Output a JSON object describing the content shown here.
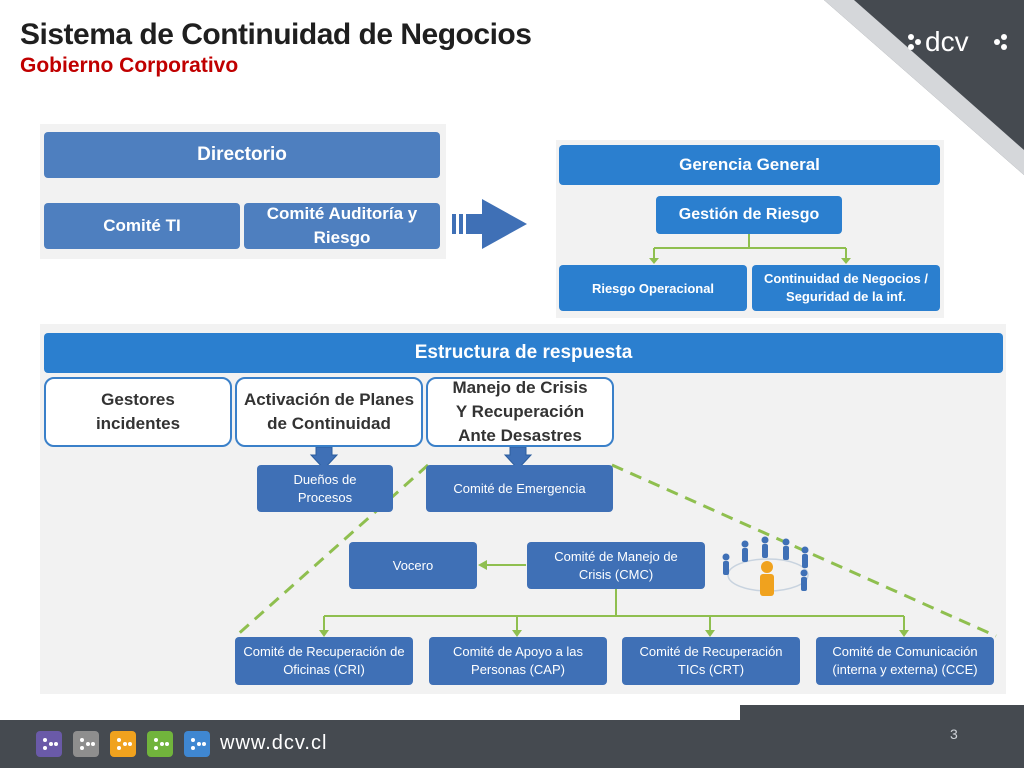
{
  "header": {
    "title": "Sistema de Continuidad de Negocios",
    "subtitle": "Gobierno Corporativo"
  },
  "brand": {
    "logo_text": ":dcv:",
    "url": "www.dcv.cl",
    "page_number": "3"
  },
  "governance": {
    "directorio": "Directorio",
    "comite_ti": "Comité TI",
    "comite_auditoria": "Comité Auditoría y Riesgo"
  },
  "management": {
    "gerencia": "Gerencia General",
    "gestion_riesgo": "Gestión de Riesgo",
    "riesgo_operacional": "Riesgo Operacional",
    "continuidad": "Continuidad de Negocios / Seguridad de la inf."
  },
  "response": {
    "title": "Estructura de respuesta",
    "gestores": "Gestores incidentes",
    "activacion": "Activación de Planes de Continuidad",
    "manejo": "Manejo de Crisis Y Recuperación Ante Desastres",
    "duenos": "Dueños de Procesos",
    "emergencia": "Comité de Emergencia",
    "vocero": "Vocero",
    "cmc": "Comité de Manejo de Crisis (CMC)",
    "cri": "Comité de Recuperación de Oficinas (CRI)",
    "cap": "Comité de Apoyo a las Personas (CAP)",
    "crt": "Comité de Recuperación TICs (CRT)",
    "cce": "Comité de Comunicación (interna y externa) (CCE)"
  },
  "colors": {
    "box_blue": "#4e7fbf",
    "bright_blue": "#2b7fcf",
    "connector_green": "#8fbf4f",
    "accent_red": "#c00000",
    "footer_gray": "#454a50"
  },
  "footer_squares": [
    "#6a5aa8",
    "#8e8e8e",
    "#f0a21e",
    "#71b43c",
    "#3f87d1"
  ]
}
